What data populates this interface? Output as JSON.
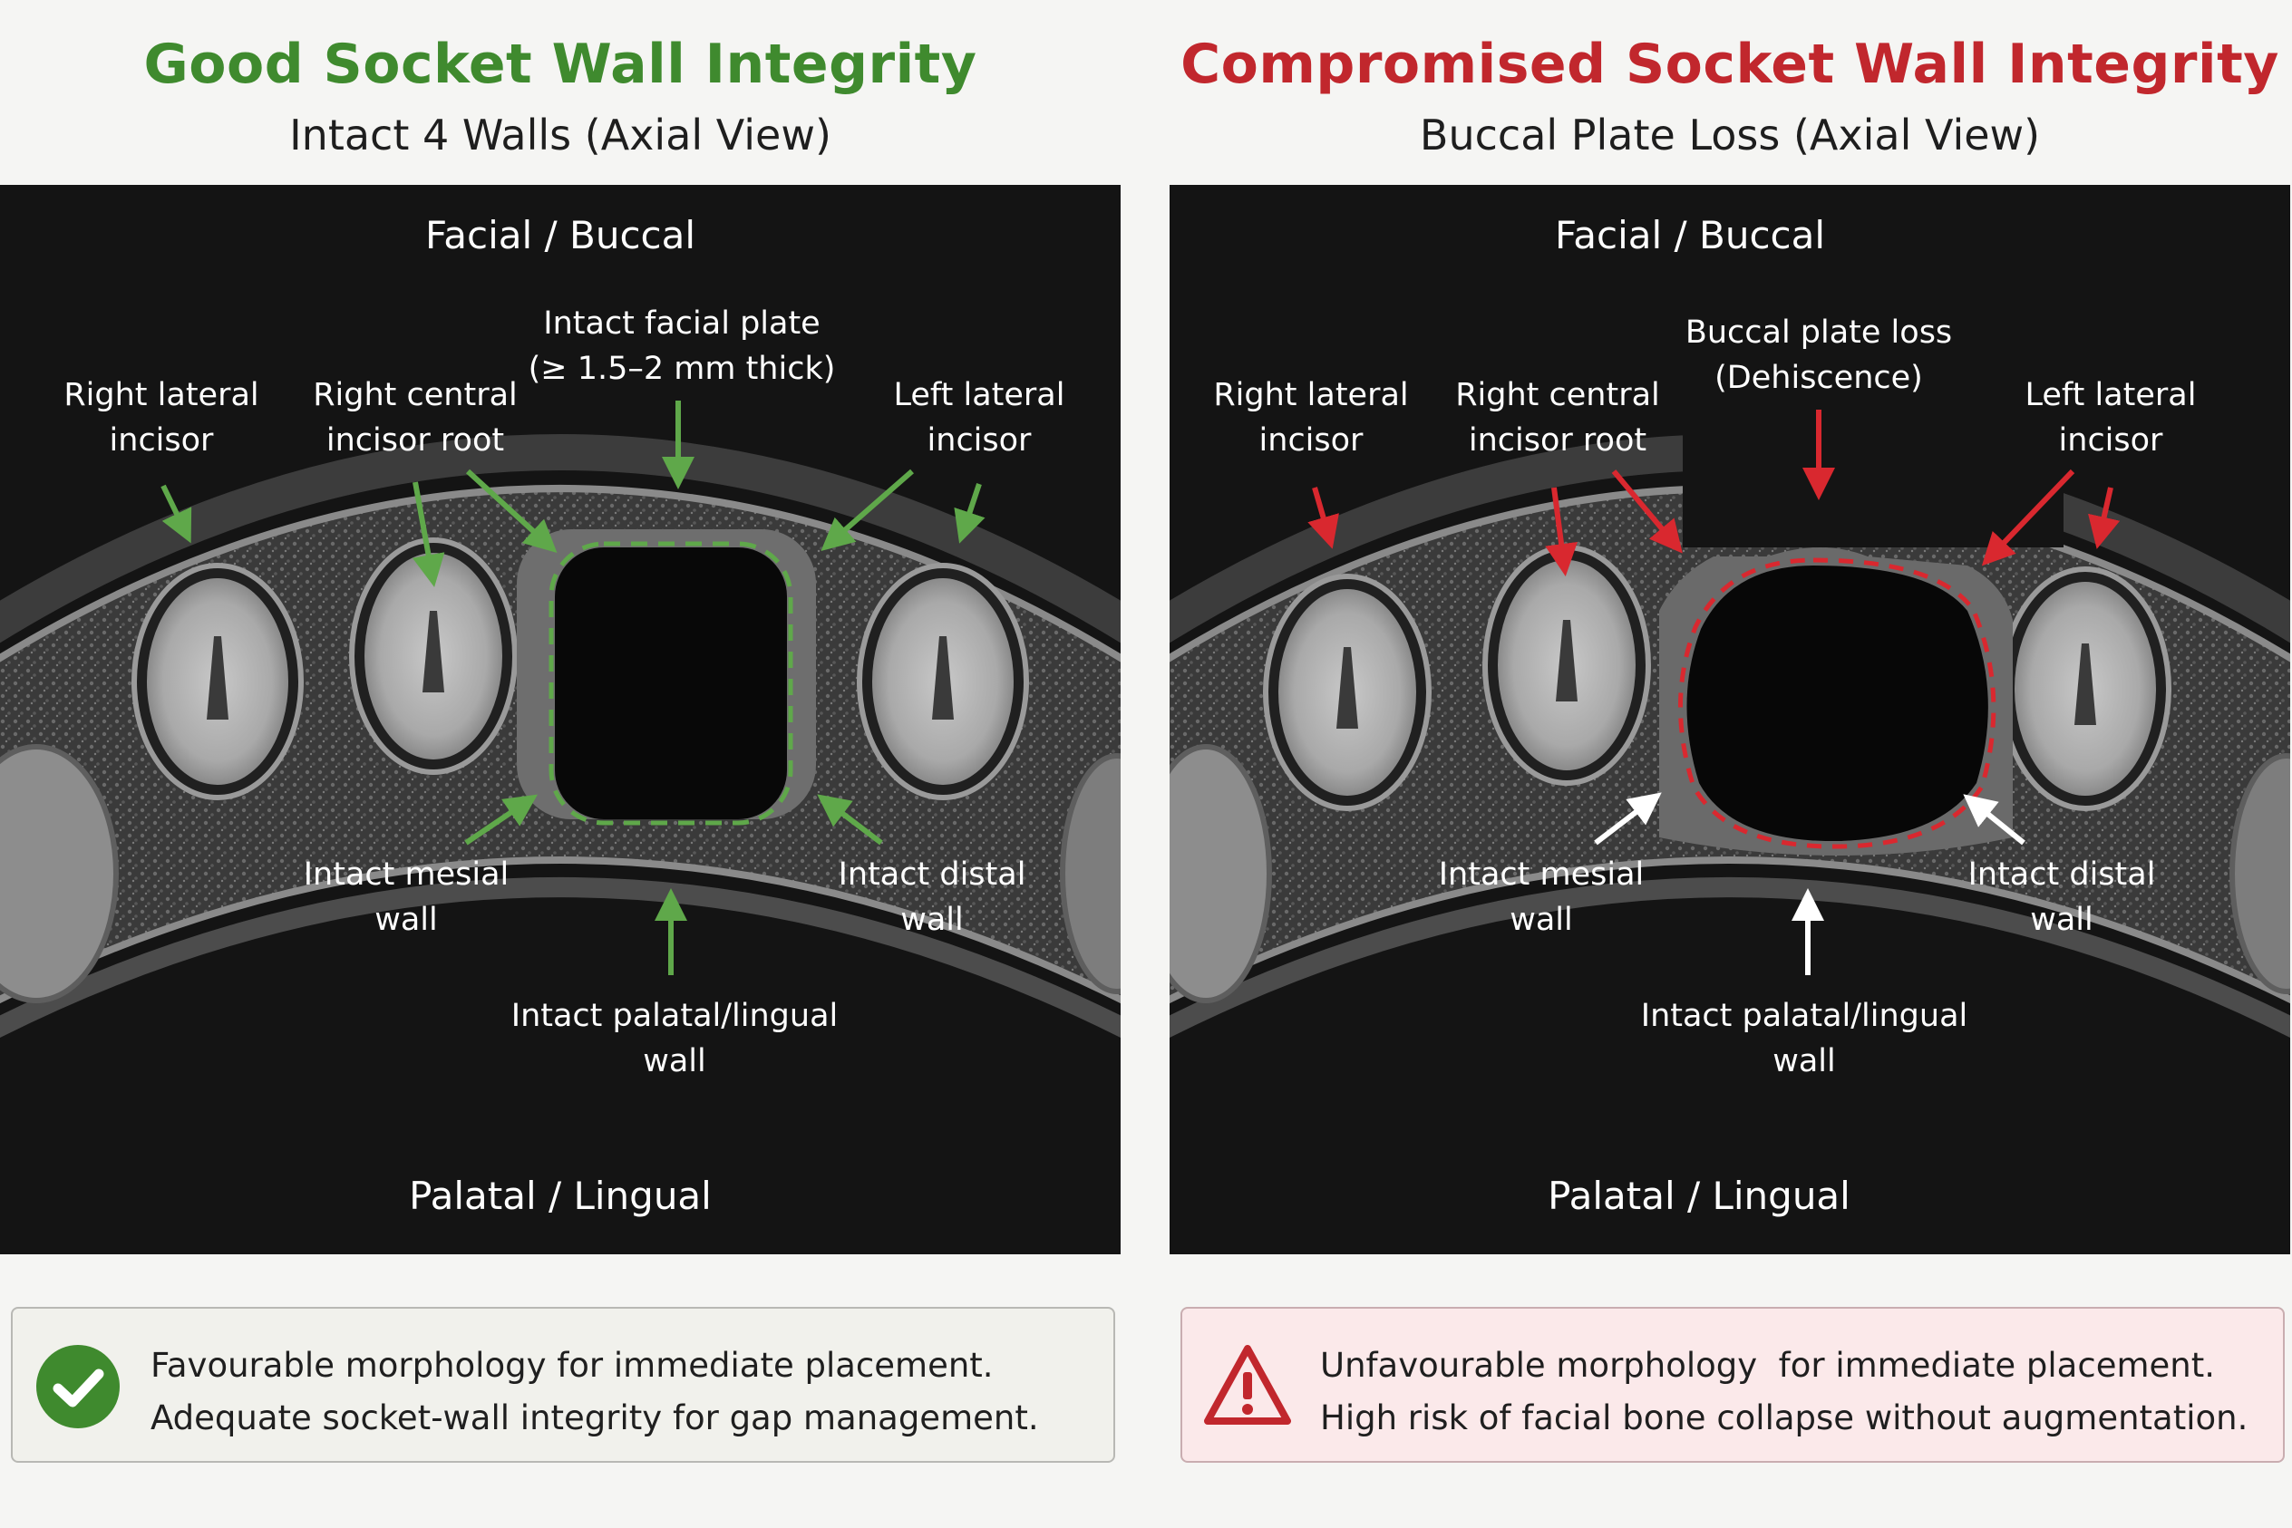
{
  "colors": {
    "good_accent": "#3f8a2e",
    "bad_accent": "#c1272d",
    "outline_good": "#5fa84a",
    "outline_bad": "#d9282f"
  },
  "left": {
    "title": "Good Socket Wall Integrity",
    "subtitle": "Intact 4 Walls (Axial View)",
    "labels": {
      "facial": "Facial / Buccal",
      "palatal": "Palatal / Lingual",
      "right_lateral": [
        "Right lateral",
        "incisor"
      ],
      "right_central": [
        "Right central",
        "incisor root"
      ],
      "facial_plate": [
        "Intact facial plate",
        "(≥ 1.5–2 mm thick)"
      ],
      "left_lateral": [
        "Left lateral",
        "incisor"
      ],
      "mesial": [
        "Intact mesial",
        "wall"
      ],
      "distal": [
        "Intact distal",
        "wall"
      ],
      "palatal_wall": [
        "Intact palatal/lingual",
        "wall"
      ]
    },
    "callout": {
      "icon": "check-circle-icon",
      "line1": "Favourable morphology for immediate placement.",
      "line2": "Adequate socket-wall integrity for gap management."
    }
  },
  "right": {
    "title": "Compromised Socket Wall Integrity",
    "subtitle": "Buccal Plate Loss (Axial View)",
    "labels": {
      "facial": "Facial / Buccal",
      "palatal": "Palatal / Lingual",
      "right_lateral": [
        "Right lateral",
        "incisor"
      ],
      "right_central": [
        "Right central",
        "incisor root"
      ],
      "plate_loss": [
        "Buccal plate loss",
        "(Dehiscence)"
      ],
      "left_lateral": [
        "Left lateral",
        "incisor"
      ],
      "mesial": [
        "Intact mesial",
        "wall"
      ],
      "distal": [
        "Intact distal",
        "wall"
      ],
      "palatal_wall": [
        "Intact palatal/lingual",
        "wall"
      ]
    },
    "callout": {
      "icon": "warning-triangle-icon",
      "line1": "Unfavourable morphology  for immediate placement.",
      "line2": "High risk of facial bone collapse without augmentation."
    }
  }
}
